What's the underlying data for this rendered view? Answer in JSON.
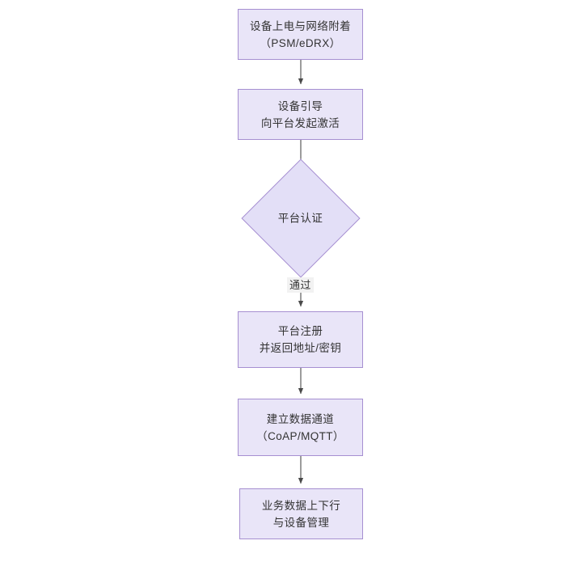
{
  "diagram": {
    "type": "flowchart",
    "orientation": "top-to-bottom",
    "background_color": "#ffffff",
    "node_fill_color": "#e9e5f8",
    "node_border_color": "#a68fd1",
    "text_color": "#333333",
    "edge_color": "#4a4a4a",
    "nodes": [
      {
        "id": "n1",
        "shape": "rectangle",
        "lines": [
          "设备上电与网络附着",
          "（PSM/eDRX）"
        ]
      },
      {
        "id": "n2",
        "shape": "rectangle",
        "lines": [
          "设备引导",
          "向平台发起激活"
        ]
      },
      {
        "id": "n3",
        "shape": "diamond",
        "lines": [
          "平台认证"
        ]
      },
      {
        "id": "n4",
        "shape": "rectangle",
        "lines": [
          "平台注册",
          "并返回地址/密钥"
        ]
      },
      {
        "id": "n5",
        "shape": "rectangle",
        "lines": [
          "建立数据通道",
          "（CoAP/MQTT）"
        ]
      },
      {
        "id": "n6",
        "shape": "rectangle",
        "lines": [
          "业务数据上下行",
          "与设备管理"
        ]
      }
    ],
    "edges": [
      {
        "from": "n1",
        "to": "n2",
        "label": ""
      },
      {
        "from": "n2",
        "to": "n3",
        "label": ""
      },
      {
        "from": "n3",
        "to": "n4",
        "label": "通过"
      },
      {
        "from": "n4",
        "to": "n5",
        "label": ""
      },
      {
        "from": "n5",
        "to": "n6",
        "label": ""
      }
    ]
  }
}
